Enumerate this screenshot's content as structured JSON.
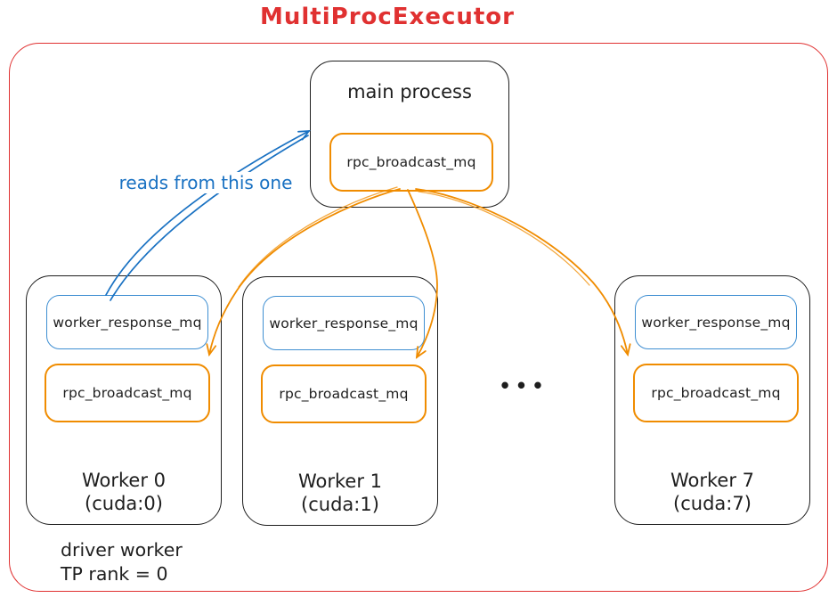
{
  "title": "MultiProcExecutor",
  "colors": {
    "red": "#e03131",
    "orange": "#f08c00",
    "blue": "#1971c2",
    "blue-soft": "#3f8fd2",
    "ink": "#1e1e1e"
  },
  "main_process": {
    "label": "main process",
    "broadcast_queue": "rpc_broadcast_mq"
  },
  "workers": [
    {
      "name": "Worker 0",
      "device": "(cuda:0)",
      "response_queue": "worker_response_mq",
      "broadcast_queue": "rpc_broadcast_mq"
    },
    {
      "name": "Worker 1",
      "device": "(cuda:1)",
      "response_queue": "worker_response_mq",
      "broadcast_queue": "rpc_broadcast_mq"
    },
    {
      "name": "Worker 7",
      "device": "(cuda:7)",
      "response_queue": "worker_response_mq",
      "broadcast_queue": "rpc_broadcast_mq"
    }
  ],
  "ellipsis": "•••",
  "annotations": {
    "reads_from": "reads from this one",
    "driver_line1": "driver worker",
    "driver_line2": "TP rank = 0"
  }
}
